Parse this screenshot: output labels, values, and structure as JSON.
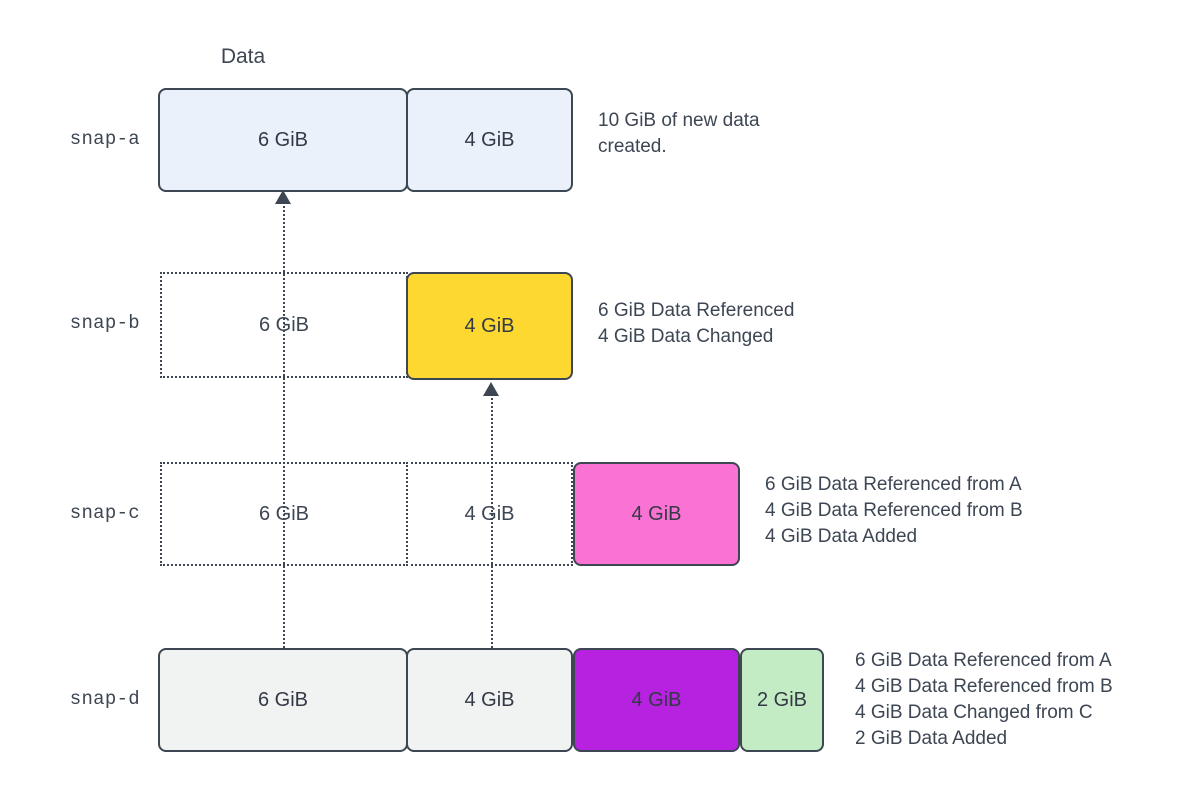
{
  "diagram": {
    "title": "Data",
    "column_header": "Data",
    "colors": {
      "border": "#3d4653",
      "text": "#3d4653",
      "snap_a_fill": "#eaf1fb",
      "snap_b_fill": "#fcd831",
      "snap_c_fill": "#fa72d3",
      "snap_d_referenced_fill": "#f1f2f2",
      "snap_d_changed_fill": "#b622e0",
      "snap_d_added_fill": "#c4ecc4",
      "background": "#ffffff"
    },
    "rows": [
      {
        "label": "snap-a",
        "blocks": [
          {
            "value": "6 GiB",
            "style": "solid",
            "fill": "snap_a_fill"
          },
          {
            "value": "4 GiB",
            "style": "solid",
            "fill": "snap_a_fill"
          }
        ],
        "note": "10 GiB of new data\ncreated."
      },
      {
        "label": "snap-b",
        "blocks": [
          {
            "value": "6 GiB",
            "style": "ghost",
            "fill": "none"
          },
          {
            "value": "4 GiB",
            "style": "solid",
            "fill": "snap_b_fill"
          }
        ],
        "note": "6 GiB Data Referenced\n4 GiB Data Changed"
      },
      {
        "label": "snap-c",
        "blocks": [
          {
            "value": "6 GiB",
            "style": "ghost",
            "fill": "none"
          },
          {
            "value": "4 GiB",
            "style": "ghost",
            "fill": "none"
          },
          {
            "value": "4 GiB",
            "style": "solid",
            "fill": "snap_c_fill"
          }
        ],
        "note": "6 GiB Data Referenced from A\n4 GiB Data Referenced from B\n4 GiB Data Added"
      },
      {
        "label": "snap-d",
        "blocks": [
          {
            "value": "6 GiB",
            "style": "solid",
            "fill": "snap_d_referenced_fill"
          },
          {
            "value": "4 GiB",
            "style": "solid",
            "fill": "snap_d_referenced_fill"
          },
          {
            "value": "4 GiB",
            "style": "solid",
            "fill": "snap_d_changed_fill"
          },
          {
            "value": "2 GiB",
            "style": "solid",
            "fill": "snap_d_added_fill"
          }
        ],
        "note": "6 GiB Data Referenced from A\n4 GiB Data Referenced from B\n4 GiB Data Changed from C\n2 GiB Data Added"
      }
    ],
    "connectors": [
      {
        "name": "snap-d-to-snap-a",
        "label": "reference-arrow"
      },
      {
        "name": "snap-d-to-snap-b",
        "label": "reference-arrow"
      }
    ]
  }
}
